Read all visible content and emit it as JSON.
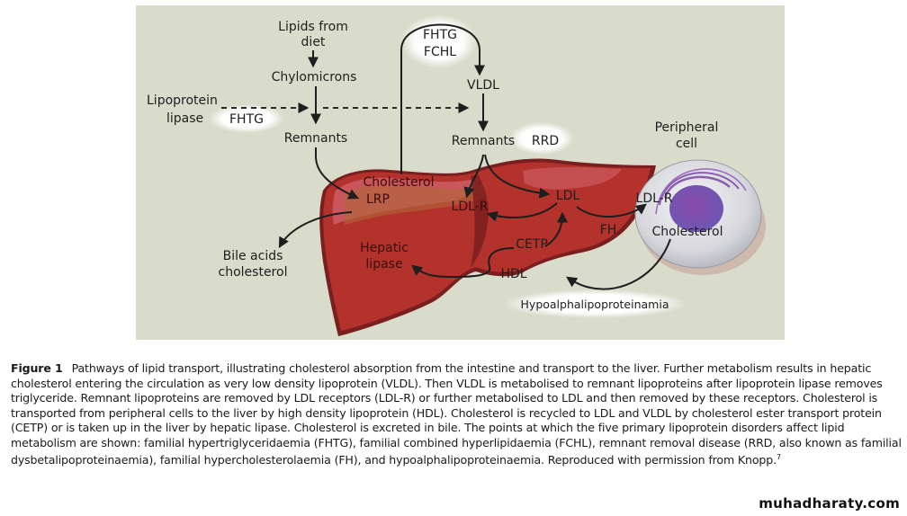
{
  "figure": {
    "labels": {
      "lipids_from_diet_line1": "Lipids from",
      "lipids_from_diet_line2": "diet",
      "chylomicrons": "Chylomicrons",
      "lipoprotein_lipase_line1": "Lipoprotein",
      "lipoprotein_lipase_line2": "lipase",
      "fhtg_left": "FHTG",
      "remnants_left": "Remnants",
      "fhtg_top": "FHTG",
      "fchl_top": "FCHL",
      "vldl": "VLDL",
      "remnants_right": "Remnants",
      "rrd": "RRD",
      "peripheral_cell_line1": "Peripheral",
      "peripheral_cell_line2": "cell",
      "liver_cholesterol": "Cholesterol",
      "liver_lrp": "LRP",
      "liver_ldlr": "LDL-R",
      "ldl": "LDL",
      "cell_ldlr": "LDL-R",
      "cell_cholesterol": "Cholesterol",
      "fh": "FH",
      "cetp": "CETP",
      "hepatic_lipase_line1": "Hepatic",
      "hepatic_lipase_line2": "lipase",
      "hdl": "HDL",
      "bile_line1": "Bile acids",
      "bile_line2": "cholesterol",
      "hypoalpha": "Hypoalphalipoproteinamia"
    },
    "colors": {
      "panel_bg": "#d9dccb",
      "liver_main": "#b3322b",
      "liver_highlight": "#c9565a",
      "liver_tan": "#b0683a",
      "liver_shadow": "#7a1f1f",
      "cell_nucleus": "#7a4fa8",
      "highlight_glow": "#ffffff"
    }
  },
  "caption": {
    "figure_label": "Figure 1",
    "text": "Pathways of lipid transport, illustrating cholesterol absorption from the intestine and transport to the liver. Further metabolism results in hepatic cholesterol entering the circulation as very low density lipoprotein (VLDL). Then VLDL is metabolised to remnant lipoproteins after lipoprotein lipase removes triglyceride. Remnant lipoproteins are removed by LDL receptors (LDL-R) or further metabolised to LDL and then removed by these receptors. Cholesterol is transported from peripheral cells to the liver by high density lipoprotein (HDL). Cholesterol is recycled to LDL and VLDL by cholesterol ester transport protein (CETP) or is taken up in the liver by hepatic lipase. Cholesterol is excreted in bile. The points at which the five primary lipoprotein disorders affect lipid metabolism are shown: familial hypertriglyceridaemia (FHTG), familial combined hyperlipidaemia (FCHL), remnant removal disease (RRD, also known as familial dysbetalipoproteinaemia), familial hypercholesterolaemia (FH), and hypoalphalipoproteinaemia. Reproduced with permission from Knopp.",
    "reference_superscript": "7"
  },
  "watermark": "muhadharaty.com"
}
